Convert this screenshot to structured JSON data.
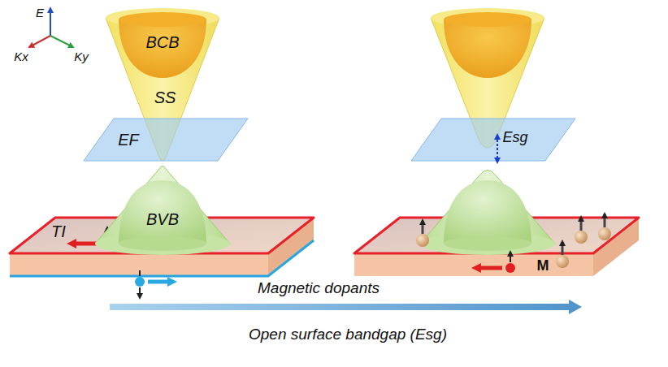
{
  "diagram": {
    "labels": [
      "E",
      "Kx",
      "Ky",
      "BCB",
      "SS",
      "EF",
      "BVB",
      "TI",
      "Esg",
      "M",
      "Magnetic dopants",
      "Open surface bandgap (Esg)"
    ]
  }
}
